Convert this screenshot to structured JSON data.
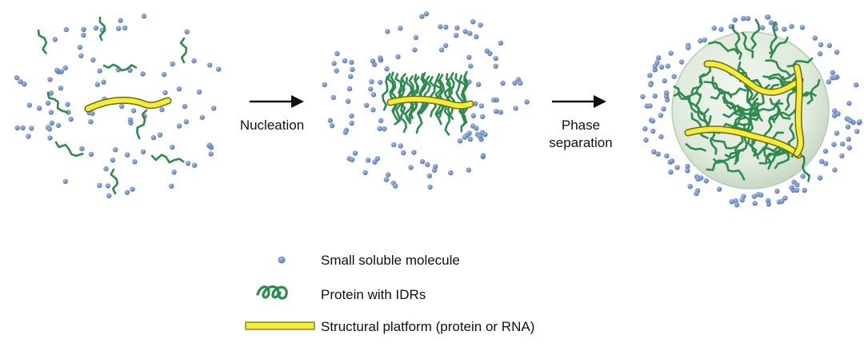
{
  "stages": {
    "step1_label": "Nucleation",
    "step2_label_line1": "Phase",
    "step2_label_line2": "separation"
  },
  "legend": {
    "molecule": "Small soluble molecule",
    "protein": "Protein with IDRs",
    "platform": "Structural platform (protein or RNA)"
  },
  "colors": {
    "molecule": "#6f8fc8",
    "protein": "#2e8b4e",
    "platform_fill": "#f2ec3a",
    "platform_edge": "#6b6a10",
    "droplet": "#dfe9dc",
    "arrow": "#111111"
  },
  "icons": {
    "molecule": "blue-dot",
    "protein": "green-squiggle",
    "platform": "yellow-bar",
    "arrow": "right-arrow"
  }
}
